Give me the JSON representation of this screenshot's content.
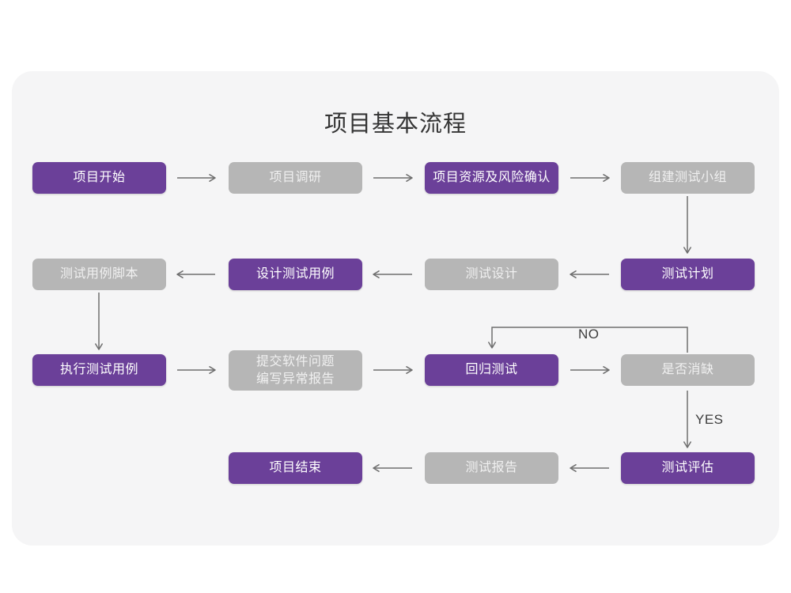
{
  "page": {
    "background_color": "#ffffff",
    "card_color": "#f5f5f6"
  },
  "chart": {
    "title": "项目基本流程",
    "type": "flowchart",
    "colors": {
      "active_node": "#6b4099",
      "inactive_node": "#b6b6b6",
      "active_text": "#ffffff",
      "inactive_text": "#f0f0f0",
      "connector": "#6e6e6e",
      "title_text": "#353535"
    },
    "nodes": [
      {
        "id": "n1",
        "label": "项目开始",
        "style": "purple",
        "row": 1,
        "col": 1
      },
      {
        "id": "n2",
        "label": "项目调研",
        "style": "gray",
        "row": 1,
        "col": 2
      },
      {
        "id": "n3",
        "label": "项目资源及风险确认",
        "style": "purple",
        "row": 1,
        "col": 3
      },
      {
        "id": "n4",
        "label": "组建测试小组",
        "style": "gray",
        "row": 1,
        "col": 4
      },
      {
        "id": "n5",
        "label": "测试用例脚本",
        "style": "gray",
        "row": 2,
        "col": 1
      },
      {
        "id": "n6",
        "label": "设计测试用例",
        "style": "purple",
        "row": 2,
        "col": 2
      },
      {
        "id": "n7",
        "label": "测试设计",
        "style": "gray",
        "row": 2,
        "col": 3
      },
      {
        "id": "n8",
        "label": "测试计划",
        "style": "purple",
        "row": 2,
        "col": 4
      },
      {
        "id": "n9",
        "label": "执行测试用例",
        "style": "purple",
        "row": 3,
        "col": 1
      },
      {
        "id": "n10",
        "label": "提交软件问题\n编写异常报告",
        "style": "gray",
        "row": 3,
        "col": 2
      },
      {
        "id": "n11",
        "label": "回归测试",
        "style": "purple",
        "row": 3,
        "col": 3
      },
      {
        "id": "n12",
        "label": "是否消缺",
        "style": "gray",
        "row": 3,
        "col": 4
      },
      {
        "id": "n13",
        "label": "项目结束",
        "style": "purple",
        "row": 4,
        "col": 2
      },
      {
        "id": "n14",
        "label": "测试报告",
        "style": "gray",
        "row": 4,
        "col": 3
      },
      {
        "id": "n15",
        "label": "测试评估",
        "style": "purple",
        "row": 4,
        "col": 4
      }
    ],
    "edges": [
      {
        "from": "n1",
        "to": "n2",
        "label": "",
        "direction": "right"
      },
      {
        "from": "n2",
        "to": "n3",
        "label": "",
        "direction": "right"
      },
      {
        "from": "n3",
        "to": "n4",
        "label": "",
        "direction": "right"
      },
      {
        "from": "n4",
        "to": "n8",
        "label": "",
        "direction": "down"
      },
      {
        "from": "n8",
        "to": "n7",
        "label": "",
        "direction": "left"
      },
      {
        "from": "n7",
        "to": "n6",
        "label": "",
        "direction": "left"
      },
      {
        "from": "n6",
        "to": "n5",
        "label": "",
        "direction": "left"
      },
      {
        "from": "n5",
        "to": "n9",
        "label": "",
        "direction": "down"
      },
      {
        "from": "n9",
        "to": "n10",
        "label": "",
        "direction": "right"
      },
      {
        "from": "n10",
        "to": "n11",
        "label": "",
        "direction": "right"
      },
      {
        "from": "n11",
        "to": "n12",
        "label": "",
        "direction": "right"
      },
      {
        "from": "n12",
        "to": "n11",
        "label": "NO",
        "direction": "loop-up-left"
      },
      {
        "from": "n12",
        "to": "n15",
        "label": "YES",
        "direction": "down"
      },
      {
        "from": "n15",
        "to": "n14",
        "label": "",
        "direction": "left"
      },
      {
        "from": "n14",
        "to": "n13",
        "label": "",
        "direction": "left"
      }
    ],
    "edge_labels": {
      "no": "NO",
      "yes": "YES"
    }
  }
}
